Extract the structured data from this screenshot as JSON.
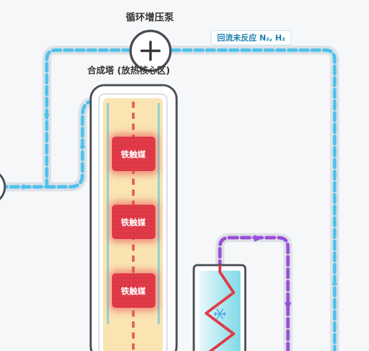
{
  "pump": {
    "title": "循环增压泵",
    "icon": "plus-icon"
  },
  "return_label": "回流未反应 N₂, H₂",
  "tower": {
    "title": "合成塔 (放热核心区)",
    "catalysts": [
      "铁触媒",
      "铁触媒",
      "铁触媒"
    ]
  },
  "condenser": {
    "icon": "snowflake-icon"
  },
  "colors": {
    "recycle_flow": "#4cc3ec",
    "cooling_flow": "#9b4fd8",
    "catalyst": "#e03a48",
    "tower_core": "#f9e4b2",
    "heat_axis": "#e06458",
    "condenser_fill": "#a8e7ef",
    "coil": "#e03a48",
    "outline": "#4a4d55"
  }
}
